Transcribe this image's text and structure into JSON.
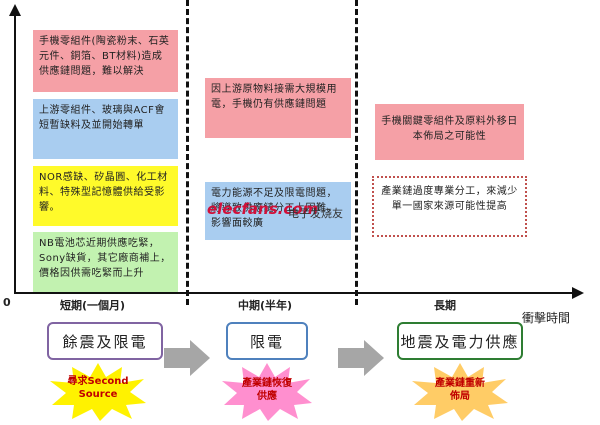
{
  "axes": {
    "origin": "0",
    "x_title": "衝擊時間"
  },
  "phases": [
    {
      "label": "短期(一個月)"
    },
    {
      "label": "中期(半年)"
    },
    {
      "label": "長期"
    }
  ],
  "short_term": {
    "boxes": [
      {
        "text": "手機零組件(陶瓷粉末、石英元件、銅箔、BT材料)造成供應鏈問題，難以解決",
        "color": "#f5a0a6"
      },
      {
        "text": "上游零組件、玻璃與ACF會短暫缺料及並開始轉單",
        "color": "#a9cdf0"
      },
      {
        "text": "NOR感缺、矽晶圓、化工材料、特殊型記憶體供給受影響。",
        "color": "#fffa2a"
      },
      {
        "text": "NB電池芯近期供應吃緊，Sony缺貨，其它廠商補上，價格因供需吃緊而上升",
        "color": "#c2f2b0"
      }
    ]
  },
  "mid_term": {
    "boxes": [
      {
        "text": "因上游原物料接需大規模用電，手機仍有供應鏈問題",
        "color": "#f5a0a6"
      },
      {
        "text": "電力能源不足及限電問題，將導致供應鏈分工上困難，影響面較廣",
        "color": "#a9cdf0"
      }
    ]
  },
  "long_term": {
    "boxes": [
      {
        "text": "手機關鍵零組件及原料外移日本佈局之可能性",
        "color": "#f5a0a6"
      },
      {
        "text": "產業鏈過度專業分工，來減少單一國家來源可能性提高",
        "color": "#ffffff"
      }
    ]
  },
  "watermark": {
    "logo": "elecfans.com",
    "sub": "电子发烧友"
  },
  "stages": [
    {
      "label": "餘震及限電",
      "border": "#8064a2",
      "star_text": "尋求Second Source"
    },
    {
      "label": "限電",
      "border": "#4f81bd",
      "star_text": "產業鏈恢復供應"
    },
    {
      "label": "地震及電力供應",
      "border": "#2e7d32",
      "star_text": "產業鏈重新佈局"
    }
  ]
}
